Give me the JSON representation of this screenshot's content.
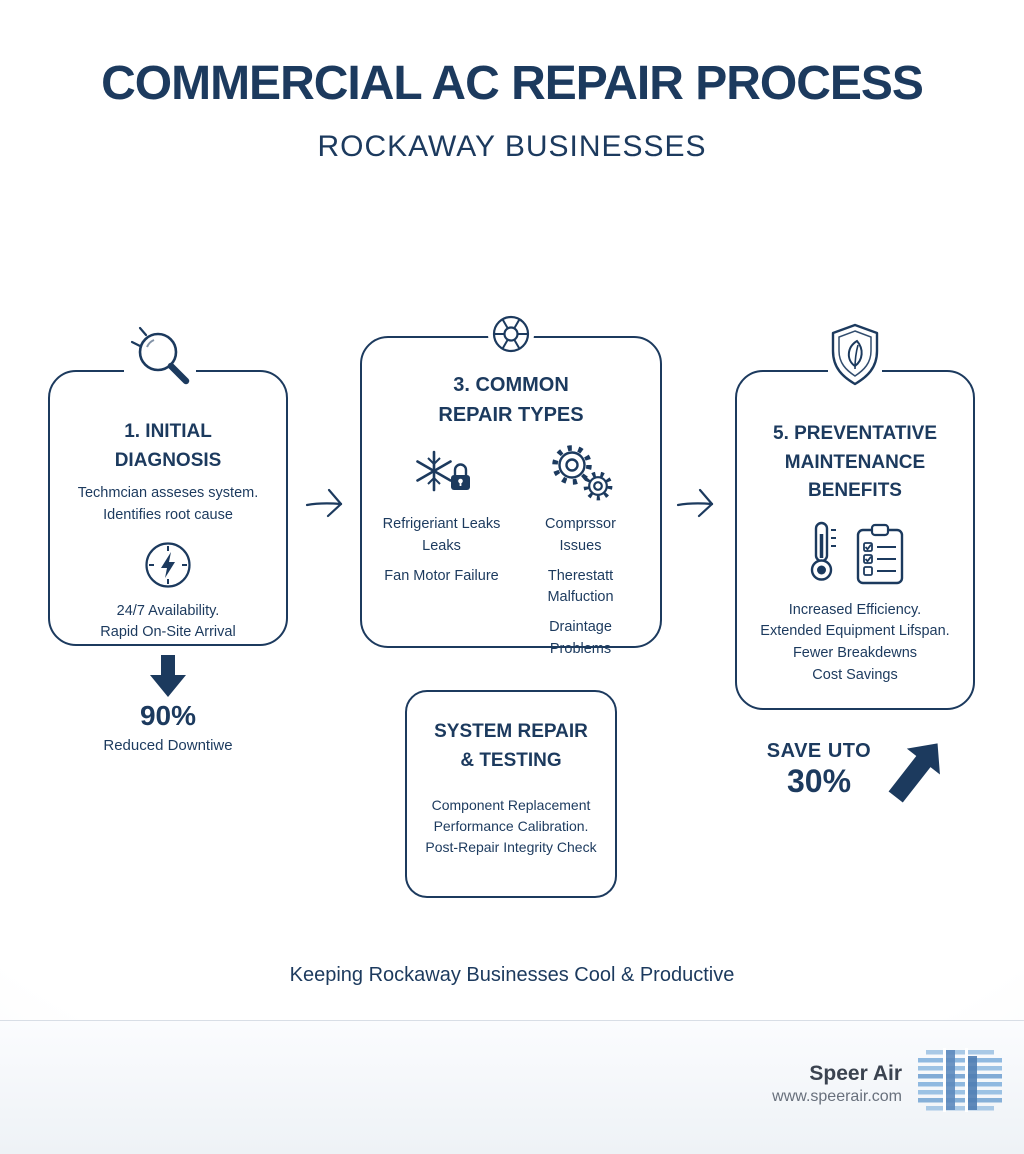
{
  "colors": {
    "navy": "#1c3a5e",
    "background": "#ffffff",
    "edge": "#e8ecf1",
    "footer_bg": "#eef2f6",
    "divider": "#d8dee6",
    "brand_text": "#3b4350",
    "website_text": "#68707c",
    "logo_blue_light": "#9cc2e4",
    "logo_blue": "#5d8abc"
  },
  "header": {
    "title": "COMMERCIAL AC REPAIR PROCESS",
    "subtitle": "ROCKAWAY BUSINESSES"
  },
  "diagnosis": {
    "title": "1. INITIAL\nDIAGNOSIS",
    "body": "Techmcian asseses system.\nIdentifies root cause",
    "availability": "24/7 Availability.\nRapid On-Site Arrival",
    "stat_value": "90%",
    "stat_label": "Reduced Downtiwe"
  },
  "repair_types": {
    "title": "3. COMMON\nREPAIR TYPES",
    "left_items": [
      "Refrigeriant Leaks\nLeaks",
      "Fan Motor Failure"
    ],
    "right_items": [
      "Comprssor\nIssues",
      "Therestatt\nMalfuction",
      "Draintage\nProblems"
    ]
  },
  "system_repair": {
    "title": "SYSTEM REPAIR\n& TESTING",
    "body": "Component Replacement\nPerformance Calibration.\nPost-Repair Integrity Check"
  },
  "maintenance": {
    "title": "5. PREVENTATIVE\nMAINTENANCE\nBENEFITS",
    "body": "Increased Efficiency.\nExtended Equipment Lifspan.\nFewer Breakdewns\nCost Savings",
    "save_label": "SAVE UTO",
    "save_value": "30%"
  },
  "tagline": "Keeping Rockaway Businesses Cool & Productive",
  "footer": {
    "brand": "Speer Air",
    "website": "www.speerair.com"
  },
  "icons": {
    "magnifier-icon": "magnifying glass with sparkles",
    "availability-icon": "dial circle with lightning bolt",
    "down-arrow-icon": "thick block down arrow",
    "fan-helm-icon": "fan wheel with spokes",
    "refrigerant-leak-icon": "snowflake with padlock",
    "gears-icon": "two gears",
    "shield-leaf-icon": "shield with leaf",
    "thermometer-icon": "thermometer",
    "checklist-icon": "clipboard checklist",
    "growth-arrow-icon": "thick up-right arrow",
    "flow-arrow-icon": "hand-drawn right arrow",
    "speer-air-logo": "blue striped logo mark"
  }
}
